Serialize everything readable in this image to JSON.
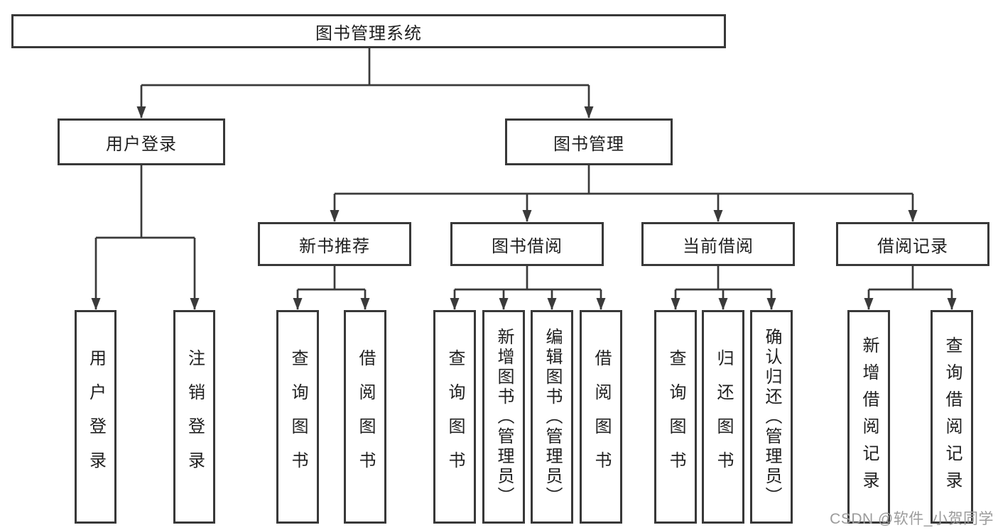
{
  "diagram": {
    "root": {
      "label": "图书管理系统"
    },
    "user_login": {
      "label": "用户登录",
      "children": [
        {
          "label": "用户登录"
        },
        {
          "label": "注销登录"
        }
      ]
    },
    "book_management": {
      "label": "图书管理",
      "sections": [
        {
          "label": "新书推荐",
          "children": [
            {
              "label": "查询图书"
            },
            {
              "label": "借阅图书"
            }
          ]
        },
        {
          "label": "图书借阅",
          "children": [
            {
              "label": "查询图书"
            },
            {
              "label": "新增图书（管理员）"
            },
            {
              "label": "编辑图书（管理员）"
            },
            {
              "label": "借阅图书"
            }
          ]
        },
        {
          "label": "当前借阅",
          "children": [
            {
              "label": "查询图书"
            },
            {
              "label": "归还图书"
            },
            {
              "label": "确认归还（管理员）"
            }
          ]
        },
        {
          "label": "借阅记录",
          "children": [
            {
              "label": "新增借阅记录"
            },
            {
              "label": "查询借阅记录"
            }
          ]
        }
      ]
    }
  },
  "watermark": "CSDN @软件_小贺同学",
  "colors": {
    "line": "#3a3a3a",
    "box_border": "#383838",
    "box_fill": "#ffffff",
    "text": "#1f1f1f",
    "watermark": "#9b9b9b",
    "background": "#ffffff"
  }
}
